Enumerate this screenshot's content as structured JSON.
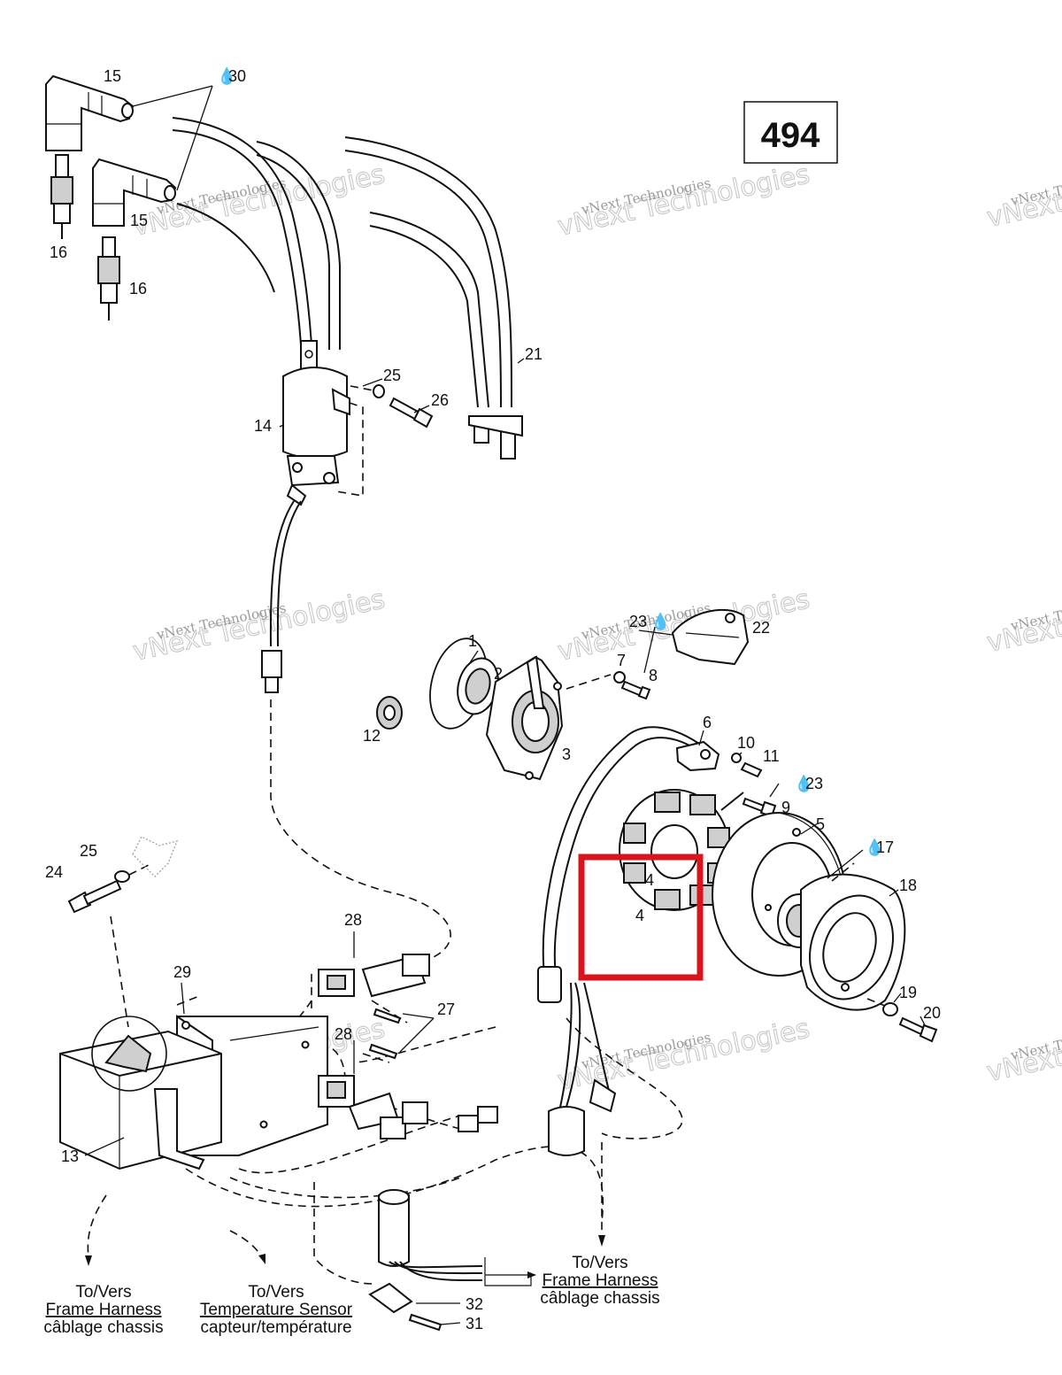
{
  "page_number": "494",
  "watermark": {
    "line1": "vNext Technologies",
    "line2": "vNext Technologies"
  },
  "callouts": {
    "c1": "1",
    "c2": "2",
    "c3": "3",
    "c4a": "4",
    "c4b": "4",
    "c5": "5",
    "c6": "6",
    "c7": "7",
    "c8": "8",
    "c9": "9",
    "c10": "10",
    "c11": "11",
    "c12": "12",
    "c13": "13",
    "c14": "14",
    "c15a": "15",
    "c15b": "15",
    "c16a": "16",
    "c16b": "16",
    "c17": "17",
    "c18": "18",
    "c19": "19",
    "c20": "20",
    "c21": "21",
    "c22": "22",
    "c23a": "23",
    "c23b": "23",
    "c24": "24",
    "c25a": "25",
    "c25b": "25",
    "c26": "26",
    "c27": "27",
    "c28a": "28",
    "c28b": "28",
    "c29": "29",
    "c30": "30",
    "c31": "31",
    "c32": "32"
  },
  "destinations": {
    "frame_left": {
      "to": "To/Vers",
      "en": "Frame Harness",
      "fr": "câblage chassis"
    },
    "temp_sensor": {
      "to": "To/Vers",
      "en": "Temperature Sensor",
      "fr": "capteur/température"
    },
    "frame_right": {
      "to": "To/Vers",
      "en": "Frame Harness",
      "fr": "câblage chassis"
    }
  },
  "highlight": {
    "color": "#d9141c",
    "target": "4"
  },
  "colors": {
    "ink": "#111111",
    "watermark": "#bdbdbd"
  }
}
